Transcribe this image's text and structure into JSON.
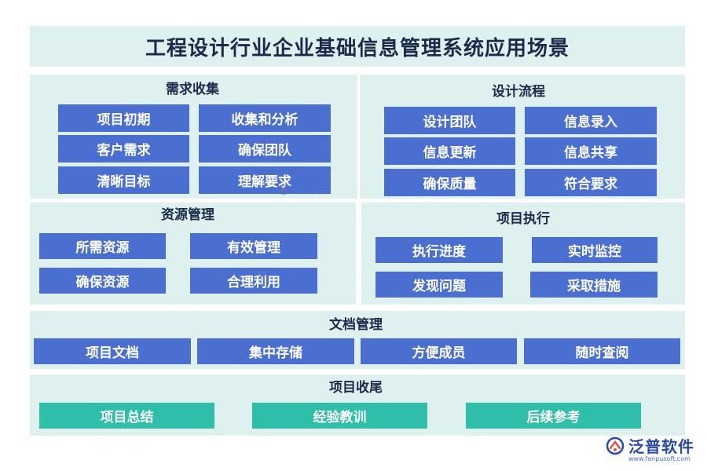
{
  "title": "工程设计行业企业基础信息管理系统应用场景",
  "sections": {
    "demand": {
      "title": "需求收集",
      "items": [
        "项目初期",
        "收集和分析",
        "客户需求",
        "确保团队",
        "清晰目标",
        "理解要求"
      ]
    },
    "design": {
      "title": "设计流程",
      "items": [
        "设计团队",
        "信息录入",
        "信息更新",
        "信息共享",
        "确保质量",
        "符合要求"
      ]
    },
    "resource": {
      "title": "资源管理",
      "items": [
        "所需资源",
        "有效管理",
        "确保资源",
        "合理利用"
      ]
    },
    "execution": {
      "title": "项目执行",
      "items": [
        "执行进度",
        "实时监控",
        "发现问题",
        "采取措施"
      ]
    },
    "document": {
      "title": "文档管理",
      "items": [
        "项目文档",
        "集中存储",
        "方便成员",
        "随时查阅"
      ]
    },
    "closing": {
      "title": "项目收尾",
      "items": [
        "项目总结",
        "经验教训",
        "后续参考"
      ]
    }
  },
  "logo": {
    "name": "泛普软件",
    "url": "www.fanpusoft.com"
  },
  "watermark": {
    "name": "泛普软件"
  },
  "colors": {
    "panel": "#dff1ef",
    "box_blue": "#4a6fd1",
    "box_teal": "#2fbfa8",
    "title_text": "#1c2a4a"
  }
}
